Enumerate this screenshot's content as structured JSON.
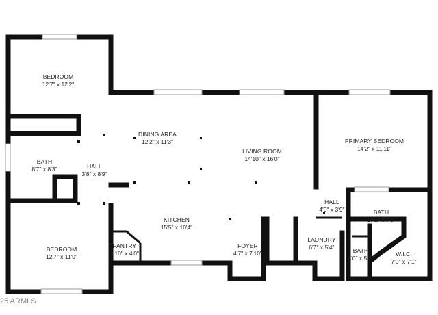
{
  "colors": {
    "wall": "#111111",
    "background": "#ffffff",
    "window": "#9a9a9a",
    "watermark": "#888888"
  },
  "rooms": [
    {
      "id": "bedroom-1",
      "name": "BEDROOM",
      "dims": "12'7\" x 12'2\""
    },
    {
      "id": "bath-1",
      "name": "BATH",
      "dims": "8'7\" x 8'3\""
    },
    {
      "id": "hall-1",
      "name": "HALL",
      "dims": "3'8\" x 8'9\""
    },
    {
      "id": "bedroom-2",
      "name": "BEDROOM",
      "dims": "12'7\" x 11'0\""
    },
    {
      "id": "dining-area",
      "name": "DINING AREA",
      "dims": "12'2\" x 11'3\""
    },
    {
      "id": "living-room",
      "name": "LIVING ROOM",
      "dims": "14'10\" x 16'0\""
    },
    {
      "id": "kitchen",
      "name": "KITCHEN",
      "dims": "15'5\" x 10'4\""
    },
    {
      "id": "pantry",
      "name": "PANTRY",
      "dims": "3'10\" x 4'0\""
    },
    {
      "id": "foyer",
      "name": "FOYER",
      "dims": "4'7\" x 7'10\""
    },
    {
      "id": "primary-bedroom",
      "name": "PRIMARY BEDROOM",
      "dims": "14'2\" x 11'11\""
    },
    {
      "id": "hall-2",
      "name": "HALL",
      "dims": "4'0\" x 3'9\""
    },
    {
      "id": "laundry",
      "name": "LAUNDRY",
      "dims": "6'7\" x 5'4\""
    },
    {
      "id": "bath-2",
      "name": "BATH",
      "dims": "10'2\" x 7'8\""
    },
    {
      "id": "bath-3",
      "name": "BATH",
      "dims": "4'0\" x 5'9\""
    },
    {
      "id": "wic",
      "name": "W.I.C.",
      "dims": "7'0\" x 7'1\""
    }
  ],
  "watermark": "25 ARMLS"
}
